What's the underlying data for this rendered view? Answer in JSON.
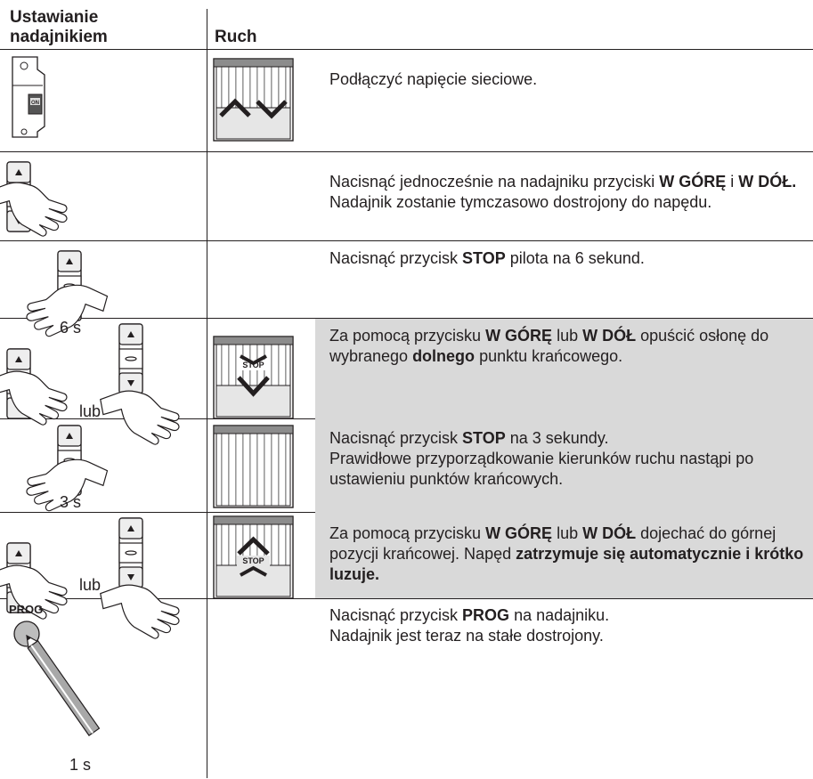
{
  "header": {
    "col1_line1": "Ustawianie",
    "col1_line2": "nadajnikiem",
    "col2": "Ruch"
  },
  "steps": [
    {
      "text": [
        {
          "t": "Podłączyć napięcie sieciowe."
        }
      ]
    },
    {
      "text": [
        {
          "t": "Nacisnąć jednocześnie na nadajniku przyciski "
        },
        {
          "t": "W GÓRĘ",
          "b": true
        },
        {
          "t": " i "
        },
        {
          "t": "W DÓŁ.",
          "b": true
        },
        {
          "t": " Nadajnik zostanie tymczasowo dostrojony do napędu."
        }
      ]
    },
    {
      "duration": "6 s",
      "text": [
        {
          "t": "Nacisnąć przycisk "
        },
        {
          "t": "STOP",
          "b": true
        },
        {
          "t": " pilota na 6 sekund."
        }
      ]
    },
    {
      "or_label": "lub",
      "stop_label": "STOP",
      "text": [
        {
          "t": "Za pomocą przycisku "
        },
        {
          "t": "W GÓRĘ",
          "b": true
        },
        {
          "t": " lub "
        },
        {
          "t": "W DÓŁ",
          "b": true
        },
        {
          "t": " opuścić osłonę do wybranego "
        },
        {
          "t": "dolnego",
          "b": true
        },
        {
          "t": " punktu krańcowego."
        }
      ]
    },
    {
      "duration": "3 s",
      "text": [
        {
          "t": "Nacisnąć przycisk "
        },
        {
          "t": "STOP",
          "b": true
        },
        {
          "t": " na 3 sekundy."
        },
        {
          "br": true
        },
        {
          "t": "Prawidłowe przyporządkowanie kierunków ruchu nastąpi po ustawieniu punktów krańcowych."
        }
      ]
    },
    {
      "or_label": "lub",
      "stop_label": "STOP",
      "text": [
        {
          "t": "Za pomocą przycisku "
        },
        {
          "t": "W GÓRĘ",
          "b": true
        },
        {
          "t": " lub "
        },
        {
          "t": "W DÓŁ",
          "b": true
        },
        {
          "t": " dojechać do górnej pozycji krańcowej. Napęd "
        },
        {
          "t": "zatrzymuje się automatycznie i krótko luzuje.",
          "b": true
        }
      ]
    },
    {
      "prog_label": "PROG",
      "duration": "1 s",
      "text": [
        {
          "t": "Nacisnąć przycisk "
        },
        {
          "t": "PROG",
          "b": true
        },
        {
          "t": " na nadajniku."
        },
        {
          "br": true
        },
        {
          "t": "Nadajnik jest teraz na stałe dostrojony."
        }
      ]
    }
  ]
}
